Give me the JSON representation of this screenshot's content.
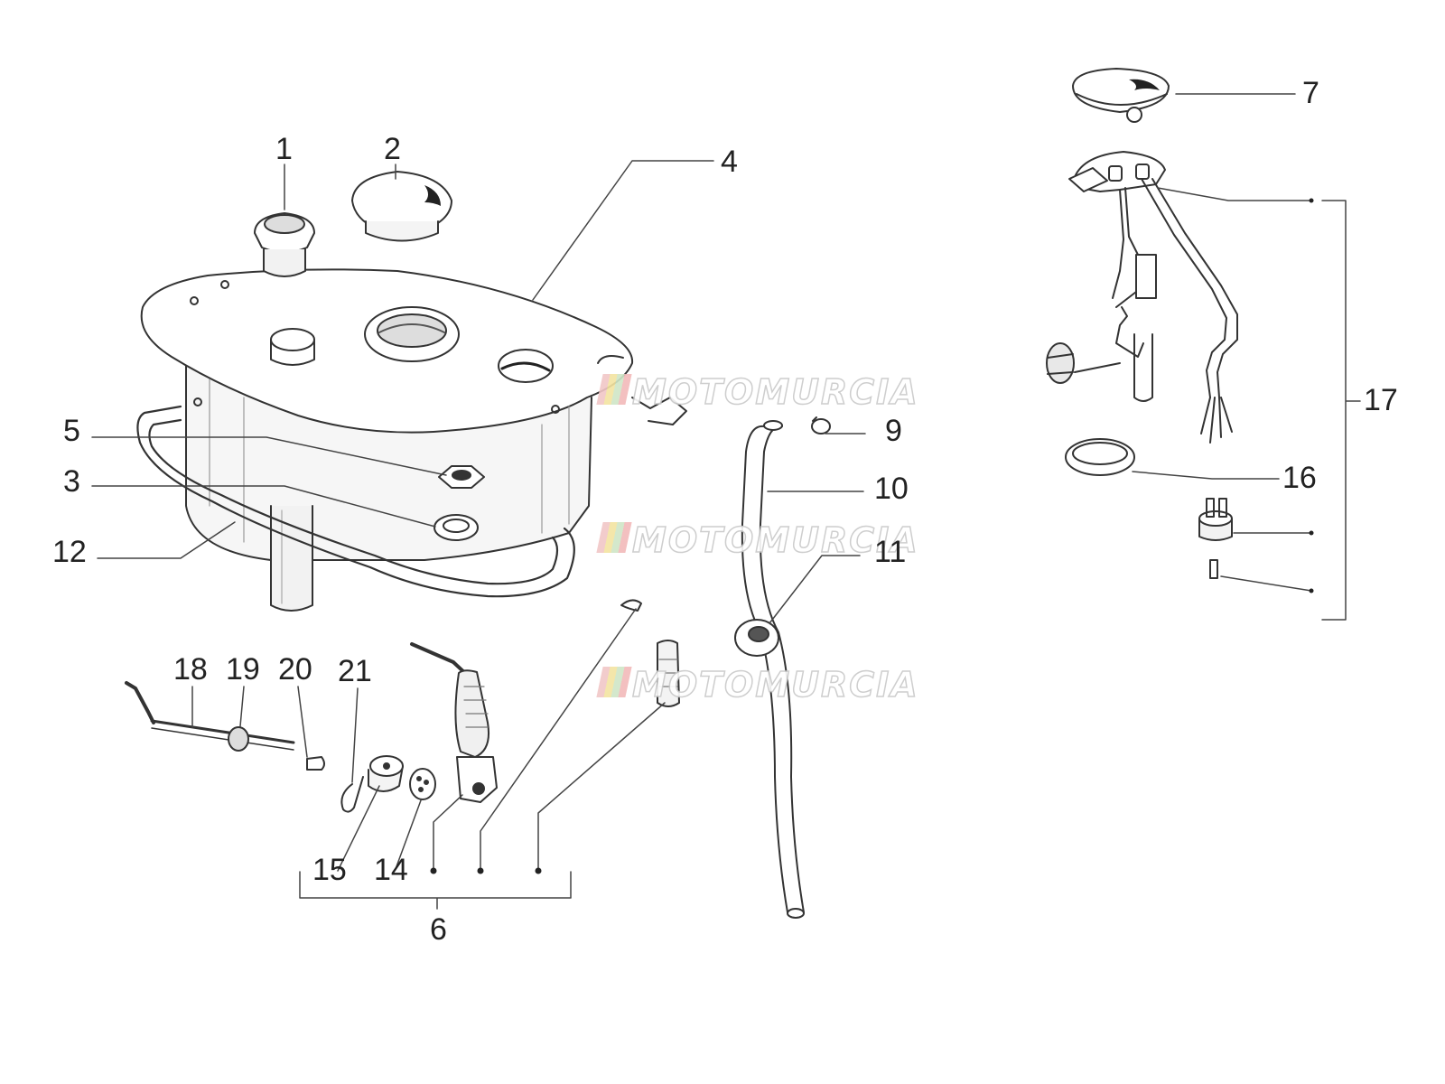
{
  "watermark": {
    "text": "MOTOMURCIA",
    "colors": [
      "#e06060",
      "#e8c840",
      "#7cbf6a"
    ]
  },
  "callouts": {
    "c1": "1",
    "c2": "2",
    "c3": "3",
    "c4": "4",
    "c5": "5",
    "c6": "6",
    "c7": "7",
    "c9": "9",
    "c10": "10",
    "c11": "11",
    "c12": "12",
    "c14": "14",
    "c15": "15",
    "c16": "16",
    "c17": "17",
    "c18": "18",
    "c19": "19",
    "c20": "20",
    "c21": "21"
  },
  "style": {
    "line_color": "#333333",
    "paper_color": "#ffffff"
  }
}
